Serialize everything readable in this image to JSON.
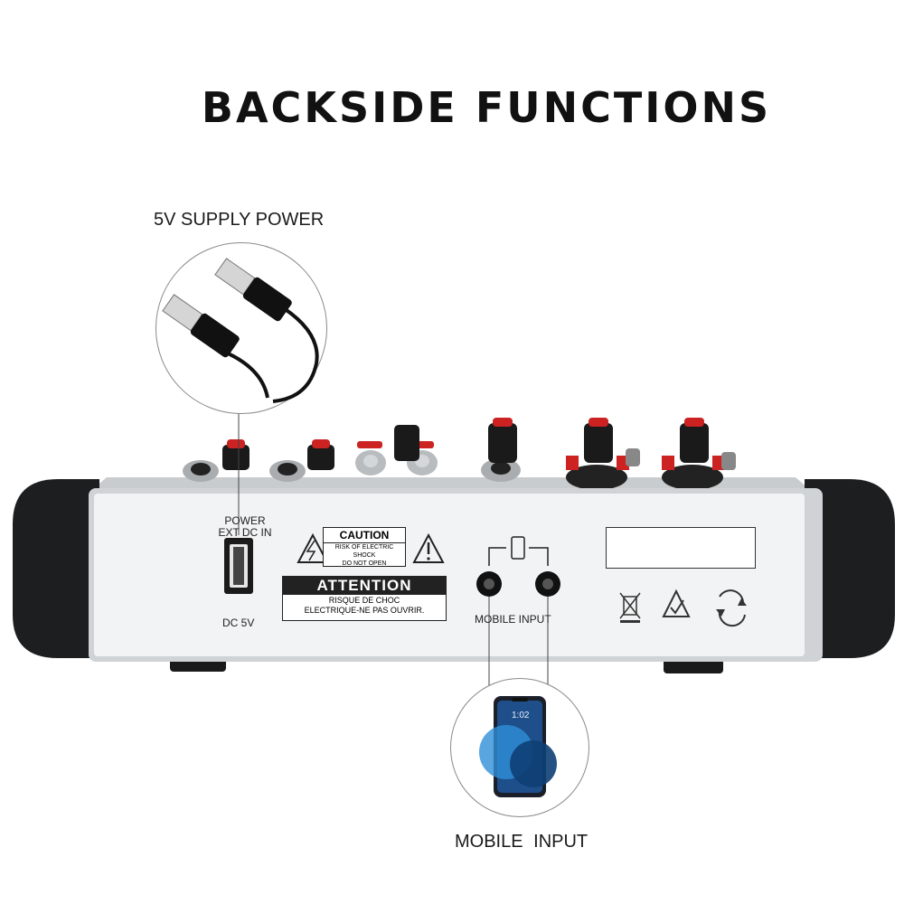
{
  "title": "BACKSIDE FUNCTIONS",
  "callouts": {
    "supply_power": "5V SUPPLY POWER",
    "mobile_input": "MOBILE  INPUT"
  },
  "panel": {
    "power_label_line1": "POWER",
    "power_label_line2": "EXT DC IN",
    "dc_label": "DC 5V",
    "mobile_input_label": "MOBILE INPUT",
    "caution": {
      "title": "CAUTION",
      "line1": "RISK OF ELECTRIC SHOCK",
      "line2": "DO NOT OPEN"
    },
    "attention": {
      "title": "ATTENTION",
      "line1": "RISQUE DE CHOC",
      "line2": "ELECTRIQUE-NE PAS OUVRIR."
    }
  },
  "phone": {
    "time": "1:02"
  },
  "icons": [
    "usb-cable-icon",
    "smartphone-icon",
    "warning-triangle-icon",
    "weee-bin-icon",
    "rcm-mark-icon",
    "recycle-icon"
  ],
  "colors": {
    "panel": "#f2f3f4",
    "frame": "#cfd3d6",
    "endcap": "#1c1e1f",
    "knob_red": "#cc2222",
    "knob_black": "#1a1a1a"
  }
}
